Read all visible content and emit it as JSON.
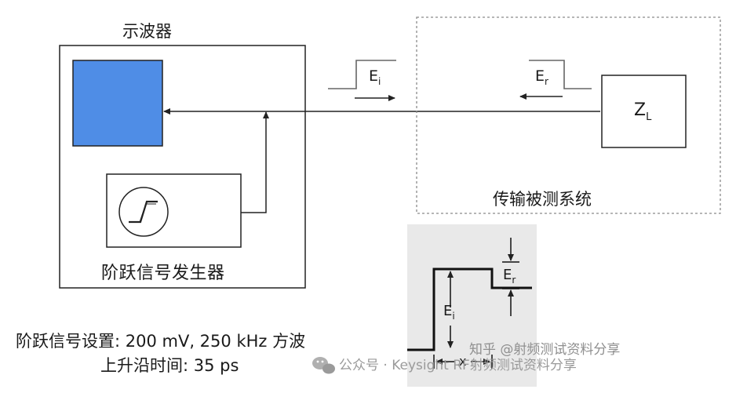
{
  "scope": {
    "title": "示波器"
  },
  "generator": {
    "label": "阶跃信号发生器"
  },
  "dut": {
    "label": "传输被测系统",
    "load": "Z",
    "load_sub": "L"
  },
  "incident": {
    "letter": "E",
    "sub": "i"
  },
  "reflected": {
    "letter": "E",
    "sub": "r"
  },
  "inset": {
    "ei_letter": "E",
    "ei_sub": "i",
    "er_letter": "E",
    "er_sub": "r",
    "width_mark": "x"
  },
  "notes": {
    "line1": "阶跃信号设置: 200 mV, 250 kHz 方波",
    "line2": "上升沿时间:  35 ps"
  },
  "watermarks": {
    "wechat": "公众号 · Keysight RF射频测试资料分享",
    "zhihu": "知乎 @射频测试资料分享"
  },
  "colors": {
    "screen": "#4f8de6",
    "line": "#222222",
    "dashed_box": "#8a8a8a",
    "inset_bg": "#e9e9e9",
    "watermark": "#9a9a9a"
  }
}
